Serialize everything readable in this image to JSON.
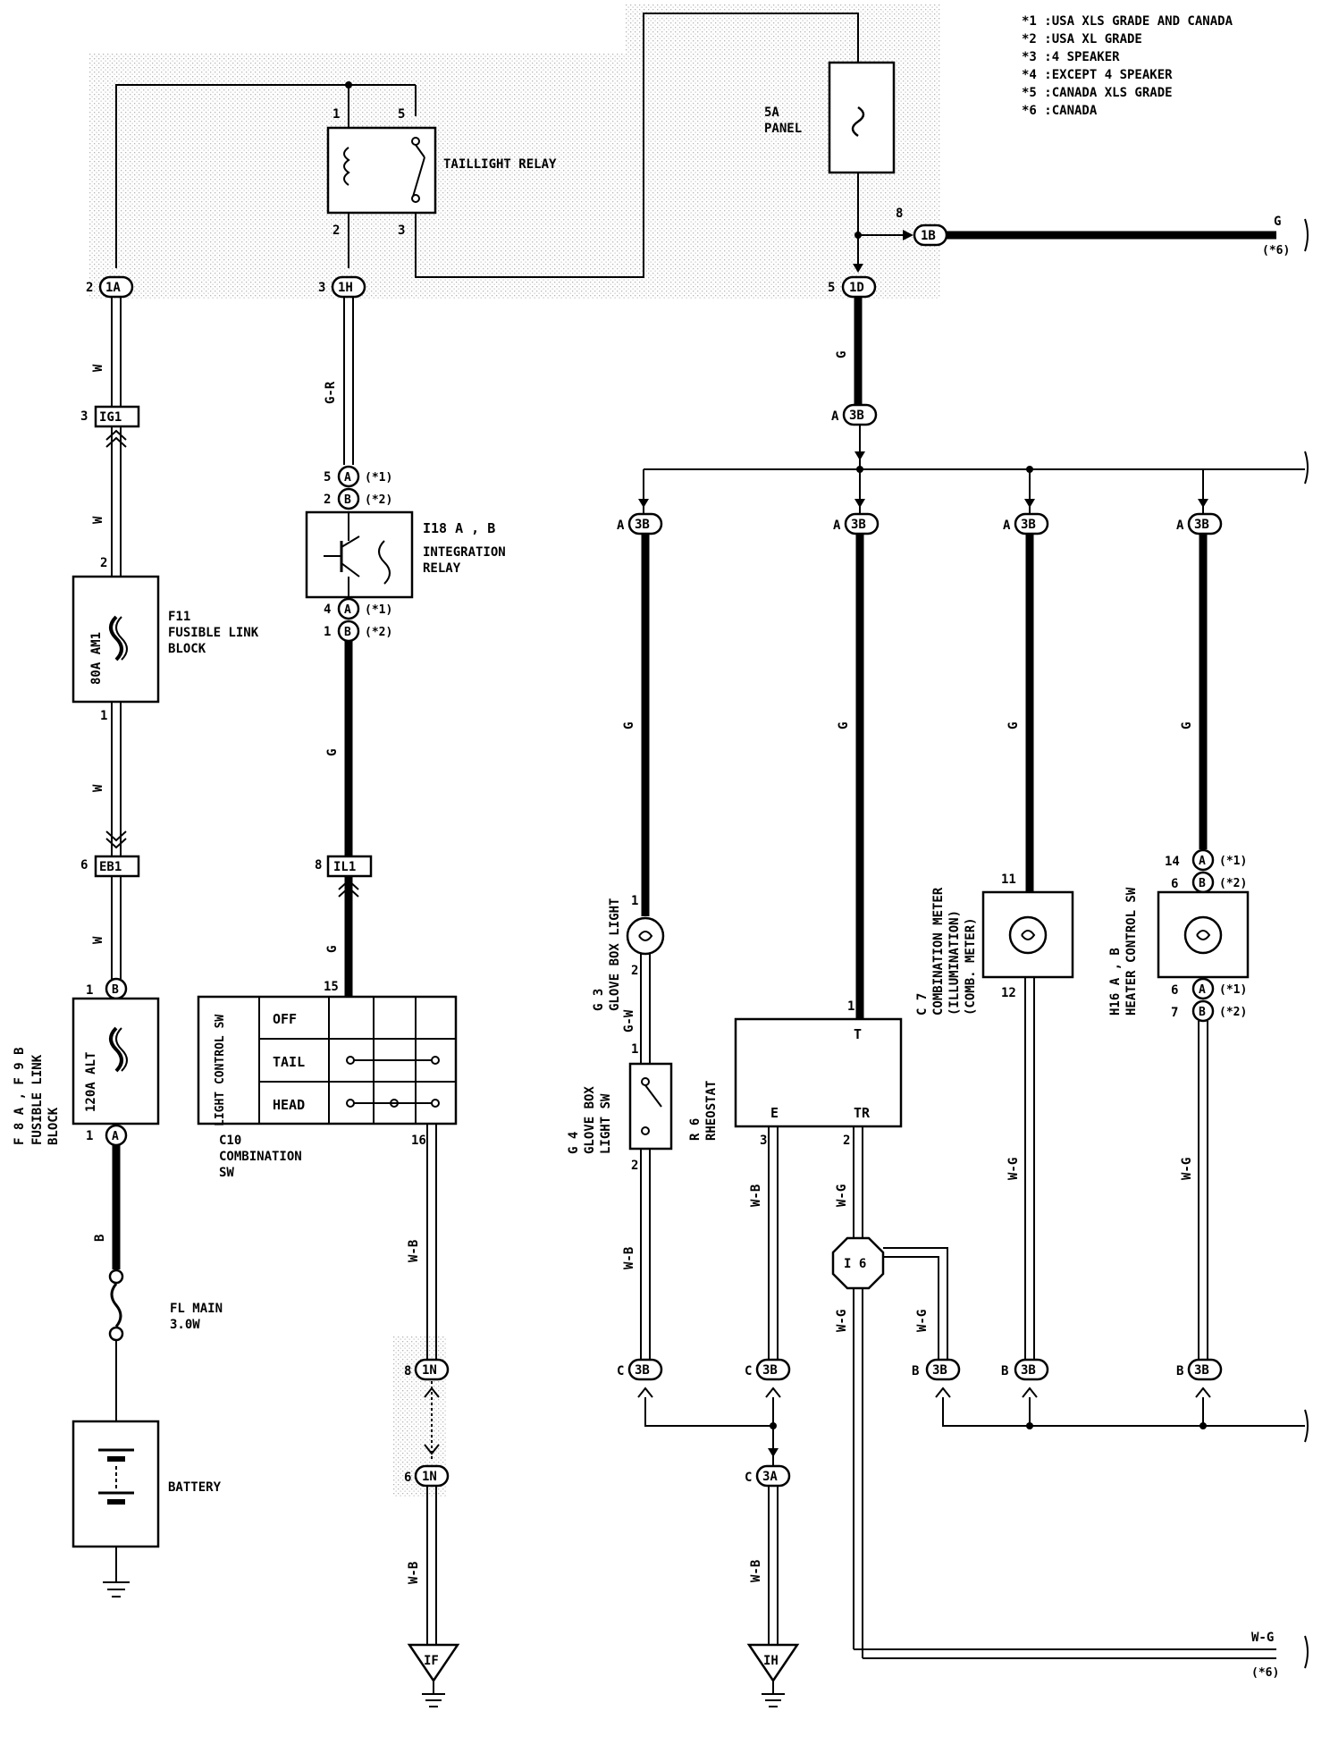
{
  "notes": [
    "*1 :USA XLS GRADE AND CANADA",
    "*2 :USA XL GRADE",
    "*3 :4 SPEAKER",
    "*4 :EXCEPT 4 SPEAKER",
    "*5 :CANADA XLS GRADE",
    "*6 :CANADA"
  ],
  "components": {
    "taillight_relay": "TAILLIGHT RELAY",
    "fuse_panel_rating": "5A",
    "fuse_panel_name": "PANEL",
    "integration_relay_id": "I18 A , B",
    "integration_relay_name": "INTEGRATION RELAY",
    "fusible_f11_id": "F11",
    "fusible_f11_name": "FUSIBLE LINK BLOCK",
    "fusible_f11_rating": "80A AM1",
    "fusible_alt_id": "F 8 A , F 9 B",
    "fusible_alt_name": "FUSIBLE LINK BLOCK",
    "fusible_alt_rating": "120A ALT",
    "fl_main_name": "FL MAIN",
    "fl_main_rating": "3.0W",
    "battery": "BATTERY",
    "combination_sw_id": "C10",
    "combination_sw_name": "COMBINATION SW",
    "light_control_label": "LIGHT CONTROL SW",
    "light_control_states": [
      "OFF",
      "TAIL",
      "HEAD"
    ],
    "glove_box_light_id": "G 3",
    "glove_box_light_name": "GLOVE BOX LIGHT",
    "glove_box_sw_id": "G 4",
    "glove_box_sw_name": "GLOVE BOX LIGHT SW",
    "rheostat_id": "R 6",
    "rheostat_name": "RHEOSTAT",
    "rheostat_terminals": [
      "T",
      "E",
      "TR"
    ],
    "comb_meter_id": "C 7",
    "comb_meter_name": "COMBINATION METER ILLUMINATION (COMB. METER)",
    "heater_sw_id": "H16 A , B",
    "heater_sw_name": "HEATER CONTROL SW",
    "junction_i6": "I 6"
  },
  "connectors": {
    "c1A": "1A",
    "c1H": "1H",
    "c1D": "1D",
    "c1B": "1B",
    "cIG1": "IG1",
    "cEB1": "EB1",
    "cIL1": "IL1",
    "c3B": "3B",
    "c1N": "1N",
    "c3A": "3A",
    "cA": "A",
    "cB": "B",
    "ground_IF": "IF",
    "ground_IH": "IH"
  },
  "wire_colors": {
    "w": "W",
    "gr": "G-R",
    "g": "G",
    "b": "B",
    "gw": "G-W",
    "wb": "W-B",
    "wg": "W-G"
  },
  "pins": {
    "p1": "1",
    "p2": "2",
    "p3": "3",
    "p4": "4",
    "p5": "5",
    "p6": "6",
    "p7": "7",
    "p8": "8",
    "p11": "11",
    "p12": "12",
    "p14": "14",
    "p15": "15",
    "p16": "16",
    "n1": "(*1)",
    "n2": "(*2)",
    "n6": "(*6)"
  }
}
